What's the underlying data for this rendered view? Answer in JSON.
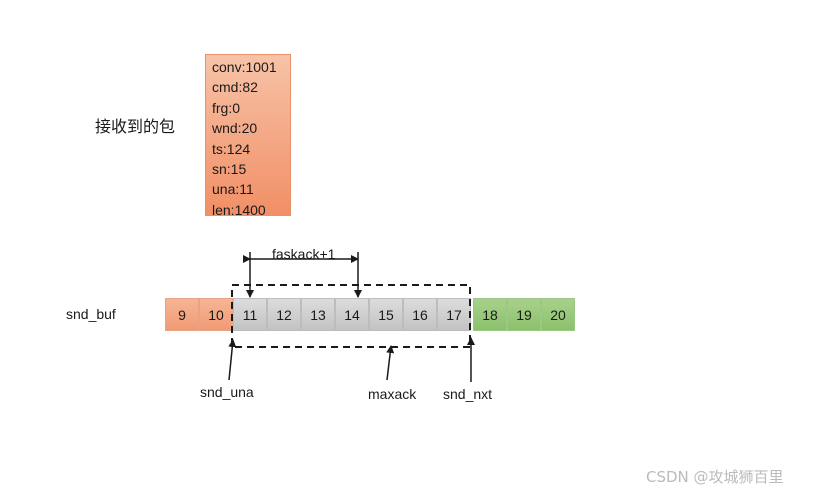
{
  "packet": {
    "label": "接收到的包",
    "fields": [
      "conv:1001",
      "cmd:82",
      "frg:0",
      "wnd:20",
      "ts:124",
      "sn:15",
      "una:11",
      "len:1400"
    ]
  },
  "buffer": {
    "label": "snd_buf",
    "cells": [
      {
        "text": "9",
        "state": "acked"
      },
      {
        "text": "10",
        "state": "acked"
      },
      {
        "text": "11",
        "state": "inflight"
      },
      {
        "text": "12",
        "state": "inflight"
      },
      {
        "text": "13",
        "state": "inflight"
      },
      {
        "text": "14",
        "state": "inflight"
      },
      {
        "text": "15",
        "state": "inflight"
      },
      {
        "text": "16",
        "state": "inflight"
      },
      {
        "text": "17",
        "state": "inflight"
      },
      {
        "text": "18",
        "state": "pending"
      },
      {
        "text": "19",
        "state": "pending"
      },
      {
        "text": "20",
        "state": "pending"
      }
    ]
  },
  "annotations": {
    "fastack": "faskack+1",
    "snd_una": "snd_una",
    "maxack": "maxack",
    "snd_nxt": "snd_nxt"
  },
  "colors": {
    "acked": "#f4a683",
    "inflight": "#cccccc",
    "pending": "#99c97b",
    "packet": "#f4a683"
  },
  "watermark": "CSDN @攻城狮百里"
}
